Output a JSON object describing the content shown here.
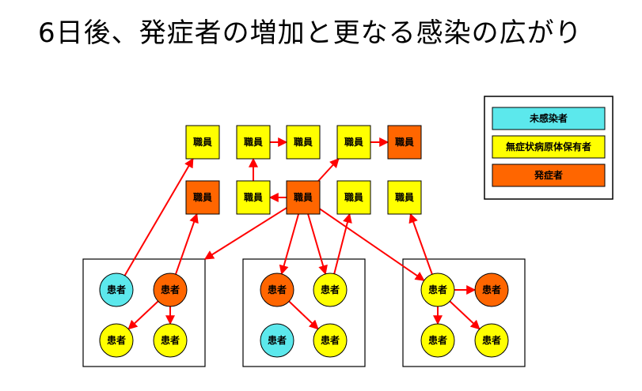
{
  "title": "6日後、発症者の増加と更なる感染の広がり",
  "colors": {
    "uninfected": "#5CE8EC",
    "asymptomatic": "#FFFF00",
    "symptomatic": "#FF6600",
    "arrow": "#FF0000",
    "border": "#000000"
  },
  "legend": [
    {
      "label": "未感染者",
      "status": "uninfected"
    },
    {
      "label": "無症状病原体保有者",
      "status": "asymptomatic"
    },
    {
      "label": "発症者",
      "status": "symptomatic"
    }
  ],
  "staff": [
    {
      "id": "s1",
      "label": "職員",
      "status": "asymptomatic"
    },
    {
      "id": "s2",
      "label": "職員",
      "status": "asymptomatic"
    },
    {
      "id": "s3",
      "label": "職員",
      "status": "asymptomatic"
    },
    {
      "id": "s4",
      "label": "職員",
      "status": "asymptomatic"
    },
    {
      "id": "s5",
      "label": "職員",
      "status": "symptomatic"
    },
    {
      "id": "s6",
      "label": "職員",
      "status": "symptomatic"
    },
    {
      "id": "s7",
      "label": "職員",
      "status": "asymptomatic"
    },
    {
      "id": "s8",
      "label": "職員",
      "status": "symptomatic"
    },
    {
      "id": "s9",
      "label": "職員",
      "status": "asymptomatic"
    },
    {
      "id": "s10",
      "label": "職員",
      "status": "asymptomatic"
    }
  ],
  "rooms": [
    {
      "id": "room1",
      "patients": [
        {
          "id": "p1",
          "label": "患者",
          "status": "uninfected"
        },
        {
          "id": "p2",
          "label": "患者",
          "status": "symptomatic"
        },
        {
          "id": "p3",
          "label": "患者",
          "status": "asymptomatic"
        },
        {
          "id": "p4",
          "label": "患者",
          "status": "asymptomatic"
        }
      ]
    },
    {
      "id": "room2",
      "patients": [
        {
          "id": "p5",
          "label": "患者",
          "status": "symptomatic"
        },
        {
          "id": "p6",
          "label": "患者",
          "status": "asymptomatic"
        },
        {
          "id": "p7",
          "label": "患者",
          "status": "uninfected"
        },
        {
          "id": "p8",
          "label": "患者",
          "status": "asymptomatic"
        }
      ]
    },
    {
      "id": "room3",
      "patients": [
        {
          "id": "p9",
          "label": "患者",
          "status": "asymptomatic"
        },
        {
          "id": "p10",
          "label": "患者",
          "status": "symptomatic"
        },
        {
          "id": "p11",
          "label": "患者",
          "status": "asymptomatic"
        },
        {
          "id": "p12",
          "label": "患者",
          "status": "asymptomatic"
        }
      ]
    }
  ],
  "edges": [
    {
      "from": "s2",
      "to": "s3"
    },
    {
      "from": "s4",
      "to": "s5"
    },
    {
      "from": "s7",
      "to": "s2"
    },
    {
      "from": "s8",
      "to": "s7"
    },
    {
      "from": "s8",
      "to": "s4"
    },
    {
      "from": "s8",
      "to": "room1"
    },
    {
      "from": "s8",
      "to": "p5"
    },
    {
      "from": "s8",
      "to": "p6"
    },
    {
      "from": "s8",
      "to": "p9"
    },
    {
      "from": "p1",
      "to": "s1"
    },
    {
      "from": "p2",
      "to": "s6"
    },
    {
      "from": "p2",
      "to": "p3"
    },
    {
      "from": "p2",
      "to": "p4"
    },
    {
      "from": "p5",
      "to": "p8"
    },
    {
      "from": "p6",
      "to": "s9"
    },
    {
      "from": "p9",
      "to": "s10"
    },
    {
      "from": "p9",
      "to": "p10"
    },
    {
      "from": "p9",
      "to": "p11"
    },
    {
      "from": "p9",
      "to": "p12"
    }
  ]
}
